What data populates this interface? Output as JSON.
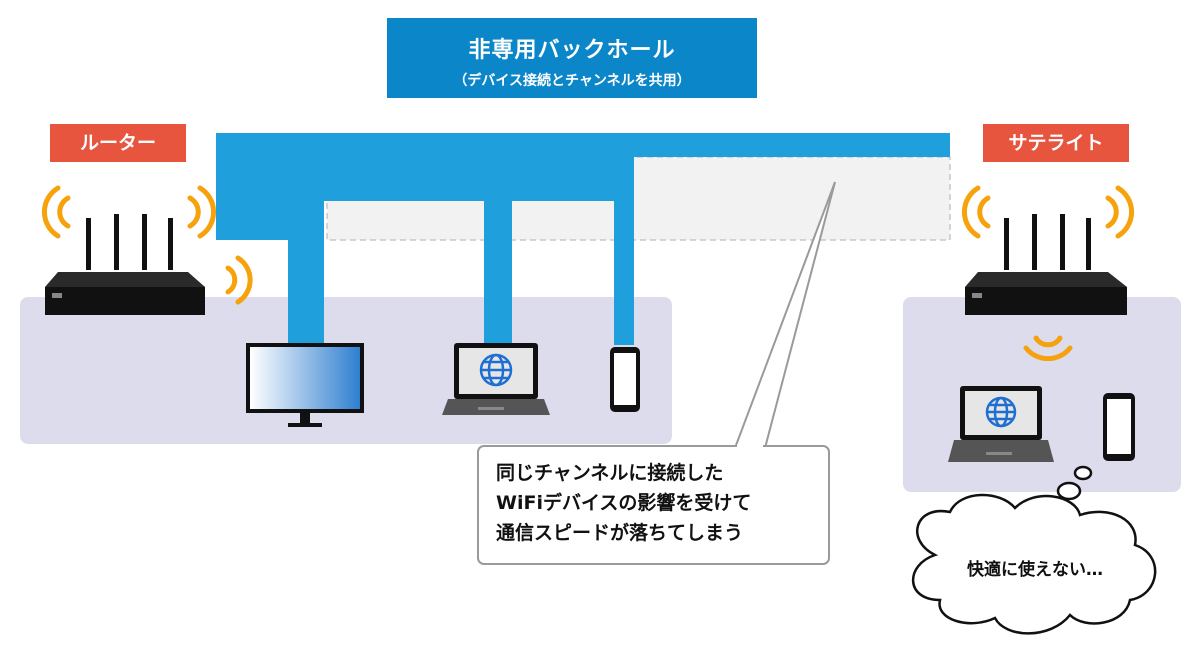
{
  "title": {
    "main": "非専用バックホール",
    "sub": "（デバイス接続とチャンネルを共用）"
  },
  "router_label": "ルーター",
  "satellite_label": "サテライト",
  "note_lines": [
    "同じチャンネルに接続した",
    "WiFiデバイスの影響を受けて",
    "通信スピードが落ちてしまう"
  ],
  "cloud_text": "快適に使えない…",
  "colors": {
    "backhaul": "#1fa0dc",
    "title_bg": "#0a86c9",
    "label_bg": "#e8553f",
    "zone": "#dcdcec",
    "wave": "#f5a20c"
  },
  "icons": [
    "router-icon",
    "wifi-wave-icon",
    "monitor-icon",
    "laptop-icon",
    "globe-icon",
    "smartphone-icon",
    "thought-cloud-icon"
  ]
}
